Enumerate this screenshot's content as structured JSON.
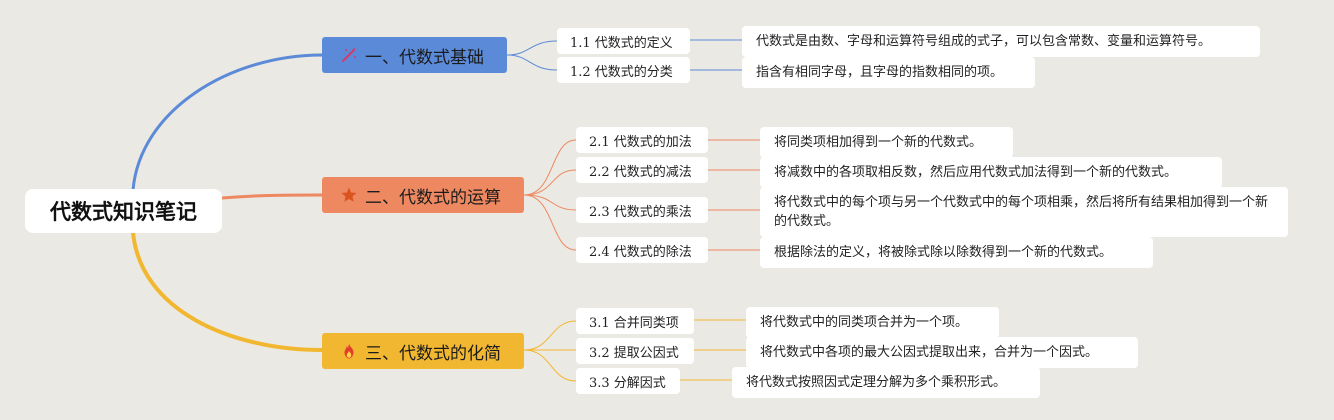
{
  "root": {
    "title": "代数式知识笔记"
  },
  "colors": {
    "branch1": "#5b8ad8",
    "branch2": "#ee8860",
    "branch3": "#f2b730",
    "background": "#ebe9e3"
  },
  "branches": [
    {
      "label": "一、代数式基础",
      "icon": "magic-wand-icon",
      "children": [
        {
          "label": "1.1 代数式的定义",
          "detail": "代数式是由数、字母和运算符号组成的式子，可以包含常数、变量和运算符号。"
        },
        {
          "label": "1.2 代数式的分类",
          "detail": "指含有相同字母，且字母的指数相同的项。"
        }
      ]
    },
    {
      "label": "二、代数式的运算",
      "icon": "star-icon",
      "children": [
        {
          "label": "2.1 代数式的加法",
          "detail": "将同类项相加得到一个新的代数式。"
        },
        {
          "label": "2.2 代数式的减法",
          "detail": "将减数中的各项取相反数，然后应用代数式加法得到一个新的代数式。"
        },
        {
          "label": "2.3 代数式的乘法",
          "detail": "将代数式中的每个项与另一个代数式中的每个项相乘，然后将所有结果相加得到一个新的代数式。"
        },
        {
          "label": "2.4 代数式的除法",
          "detail": "根据除法的定义，将被除式除以除数得到一个新的代数式。"
        }
      ]
    },
    {
      "label": "三、代数式的化简",
      "icon": "fire-icon",
      "children": [
        {
          "label": "3.1 合并同类项",
          "detail": "将代数式中的同类项合并为一个项。"
        },
        {
          "label": "3.2 提取公因式",
          "detail": "将代数式中各项的最大公因式提取出来，合并为一个因式。"
        },
        {
          "label": "3.3 分解因式",
          "detail": "将代数式按照因式定理分解为多个乘积形式。"
        }
      ]
    }
  ]
}
